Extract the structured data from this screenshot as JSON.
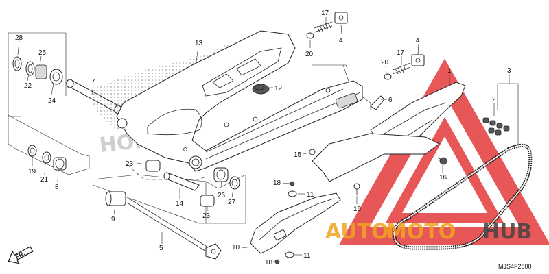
{
  "diagram": {
    "code": "MJS4F2800",
    "front_mark": "FR.",
    "brand_text": "HONDA",
    "watermark": {
      "auto": "AUTO",
      "moto": "MOTO",
      "hub": "HUB",
      "color_red": "#e02020",
      "color_orange": "#f2a321"
    },
    "callouts": [
      {
        "id": "28",
        "label": "28"
      },
      {
        "id": "25",
        "label": "25"
      },
      {
        "id": "22",
        "label": "22"
      },
      {
        "id": "24",
        "label": "24"
      },
      {
        "id": "7",
        "label": "7"
      },
      {
        "id": "13",
        "label": "13"
      },
      {
        "id": "17a",
        "label": "17"
      },
      {
        "id": "20a",
        "label": "20"
      },
      {
        "id": "4a",
        "label": "4"
      },
      {
        "id": "17b",
        "label": "17"
      },
      {
        "id": "20b",
        "label": "20"
      },
      {
        "id": "4b",
        "label": "4"
      },
      {
        "id": "1",
        "label": "1"
      },
      {
        "id": "3",
        "label": "3"
      },
      {
        "id": "2",
        "label": "2"
      },
      {
        "id": "12",
        "label": "12"
      },
      {
        "id": "6",
        "label": "6"
      },
      {
        "id": "15",
        "label": "15"
      },
      {
        "id": "16a",
        "label": "16"
      },
      {
        "id": "16b",
        "label": "16"
      },
      {
        "id": "19",
        "label": "19"
      },
      {
        "id": "21",
        "label": "21"
      },
      {
        "id": "8",
        "label": "8"
      },
      {
        "id": "23a",
        "label": "23"
      },
      {
        "id": "14",
        "label": "14"
      },
      {
        "id": "26",
        "label": "26"
      },
      {
        "id": "27",
        "label": "27"
      },
      {
        "id": "23b",
        "label": "23"
      },
      {
        "id": "18a",
        "label": "18"
      },
      {
        "id": "11a",
        "label": "11"
      },
      {
        "id": "9",
        "label": "9"
      },
      {
        "id": "5",
        "label": "5"
      },
      {
        "id": "10",
        "label": "10"
      },
      {
        "id": "18b",
        "label": "18"
      },
      {
        "id": "11b",
        "label": "11"
      }
    ]
  }
}
